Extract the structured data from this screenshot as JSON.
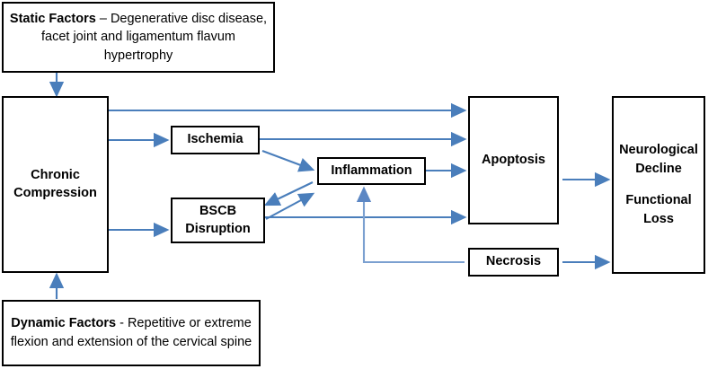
{
  "diagram": {
    "title_present": false,
    "colors": {
      "arrow": "#4a7ebb",
      "box_border": "#000000",
      "box_fill": "#ffffff",
      "text": "#000000"
    },
    "nodes": {
      "static_factors": {
        "lead": "Static Factors",
        "rest": " – Degenerative disc disease, facet joint and ligamentum flavum hypertrophy"
      },
      "dynamic_factors": {
        "lead": "Dynamic Factors",
        "rest": " - Repetitive or extreme flexion and extension of the cervical spine"
      },
      "chronic_compression": "Chronic\nCompression",
      "ischemia": "Ischemia",
      "bscb_disruption": "BSCB\nDisruption",
      "inflammation": "Inflammation",
      "apoptosis": "Apoptosis",
      "necrosis": "Necrosis",
      "outcome": {
        "line1": "Neurological",
        "line2": "Decline",
        "line3": "Functional",
        "line4": "Loss"
      }
    },
    "edges": [
      {
        "from": "static_factors",
        "to": "chronic_compression",
        "kind": "straight-down"
      },
      {
        "from": "dynamic_factors",
        "to": "chronic_compression",
        "kind": "straight-up"
      },
      {
        "from": "chronic_compression",
        "to": "apoptosis",
        "kind": "straight-right"
      },
      {
        "from": "chronic_compression",
        "to": "ischemia",
        "kind": "straight-right"
      },
      {
        "from": "chronic_compression",
        "to": "bscb_disruption",
        "kind": "straight-right"
      },
      {
        "from": "ischemia",
        "to": "apoptosis",
        "kind": "straight-right"
      },
      {
        "from": "ischemia",
        "to": "inflammation",
        "kind": "diagonal-down-right"
      },
      {
        "from": "inflammation",
        "to": "bscb_disruption",
        "kind": "diagonal-down-left"
      },
      {
        "from": "bscb_disruption",
        "to": "inflammation",
        "kind": "diagonal-up-right"
      },
      {
        "from": "bscb_disruption",
        "to": "apoptosis",
        "kind": "straight-right"
      },
      {
        "from": "inflammation",
        "to": "apoptosis",
        "kind": "straight-right"
      },
      {
        "from": "necrosis",
        "to": "inflammation",
        "kind": "elbow-left-up"
      },
      {
        "from": "apoptosis",
        "to": "outcome",
        "kind": "straight-right"
      },
      {
        "from": "necrosis",
        "to": "outcome",
        "kind": "straight-right"
      }
    ]
  }
}
